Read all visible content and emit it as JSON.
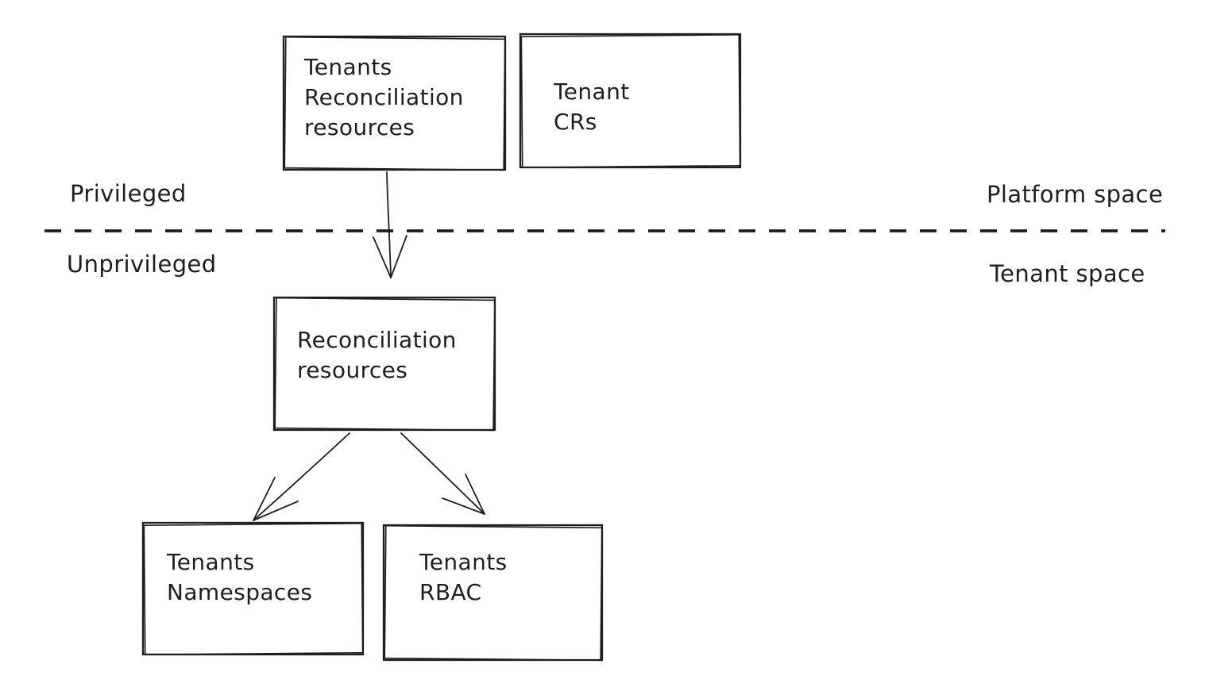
{
  "diagram": {
    "colors": {
      "stroke": "#1e1e1e",
      "background": "#ffffff"
    },
    "nodes": {
      "tenants_reconciliation": {
        "label": "Tenants\nReconciliation\nresources"
      },
      "tenant_crs": {
        "label": "Tenant\nCRs"
      },
      "reconciliation_resources": {
        "label": "Reconciliation\nresources"
      },
      "tenants_namespaces": {
        "label": "Tenants\nNamespaces"
      },
      "tenants_rbac": {
        "label": "Tenants\nRBAC"
      }
    },
    "zone_labels": {
      "privileged": "Privileged",
      "unprivileged": "Unprivileged",
      "platform_space": "Platform space",
      "tenant_space": "Tenant space"
    },
    "edges": [
      {
        "from": "tenants_reconciliation",
        "to": "reconciliation_resources"
      },
      {
        "from": "reconciliation_resources",
        "to": "tenants_namespaces"
      },
      {
        "from": "reconciliation_resources",
        "to": "tenants_rbac"
      }
    ]
  }
}
